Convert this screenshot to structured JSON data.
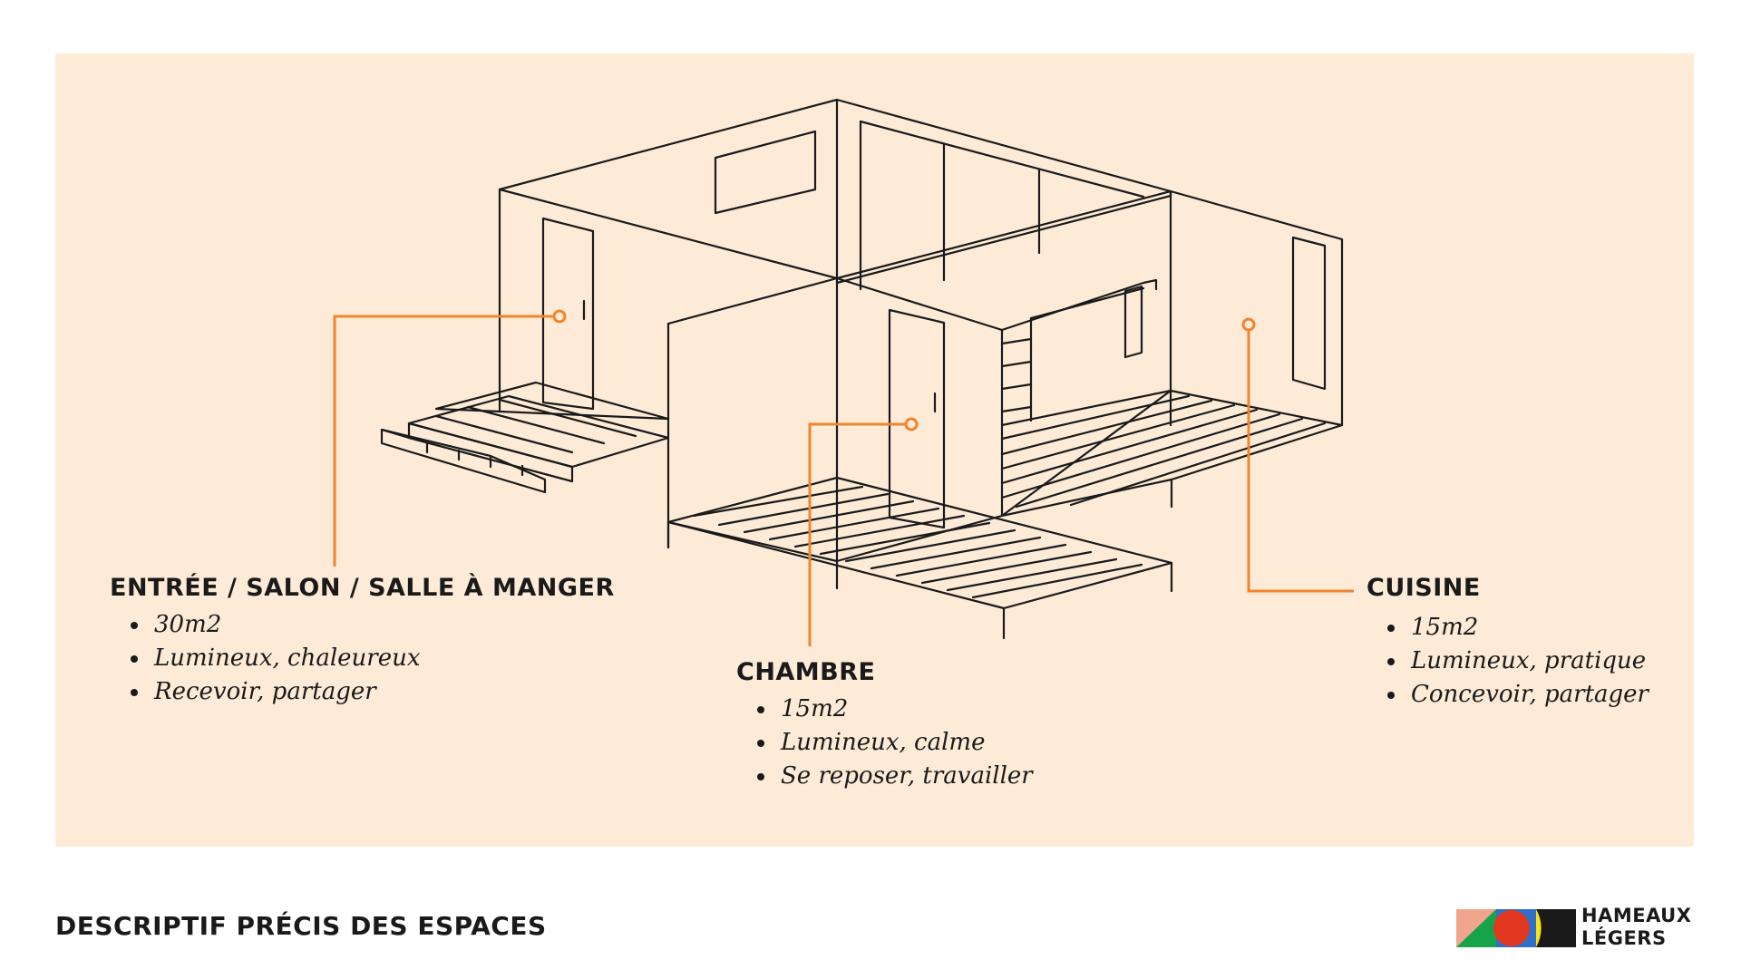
{
  "rooms": [
    {
      "title": "ENTRÉE / SALON / SALLE À MANGER",
      "items": [
        "30m2",
        "Lumineux, chaleureux",
        "Recevoir, partager"
      ]
    },
    {
      "title": "CHAMBRE",
      "items": [
        "15m2",
        "Lumineux, calme",
        "Se reposer, travailler"
      ]
    },
    {
      "title": "CUISINE",
      "items": [
        "15m2",
        "Lumineux, pratique",
        "Concevoir, partager"
      ]
    }
  ],
  "footer": {
    "title": "DESCRIPTIF PRÉCIS DES ESPACES"
  },
  "brand": {
    "line1": "HAMEAUX",
    "line2": "LÉGERS"
  },
  "colors": {
    "panel_background": "#fdebd7",
    "leader_accent": "#f0852d",
    "ink": "#1a1a1a",
    "logo_salmon": "#f2a58e",
    "logo_green": "#17a34a",
    "logo_red": "#e2371f",
    "logo_blue": "#2d6fc9",
    "logo_yellow": "#f7e21a"
  }
}
